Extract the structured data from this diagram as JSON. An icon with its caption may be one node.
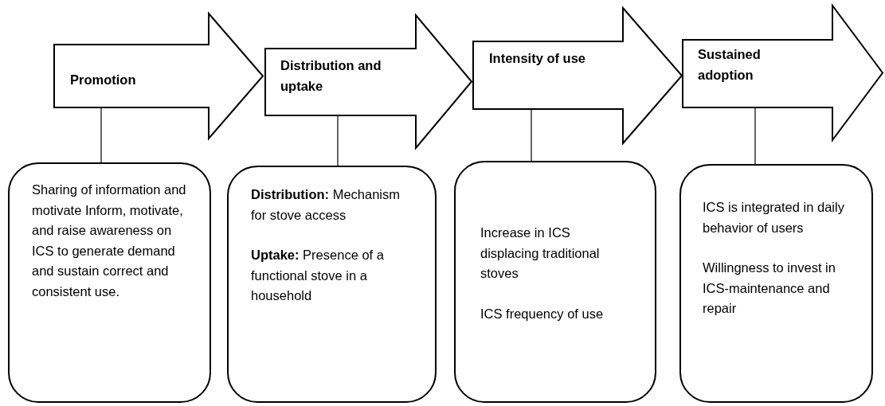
{
  "diagram": {
    "nodes": [
      {
        "text": [
          "Promotion"
        ]
      },
      {
        "text": [
          "Distribution and uptake"
        ]
      },
      {
        "text": [
          "Intensity of use"
        ]
      },
      {
        "text": [
          "Sustained adoption"
        ]
      },
      {
        "text": [
          "Sharing of information and motivate Inform, motivate, and raise awareness on ICS to generate demand and sustain correct and consistent use."
        ]
      },
      {
        "text": [
          "**Distribution:** Mechanism for stove access",
          "**Uptake:** Presence of a functional stove in a household"
        ]
      },
      {
        "text": [
          "Increase in ICS displacing traditional stoves",
          "ICS frequency of use"
        ]
      },
      {
        "text": [
          "ICS is integrated in daily behavior of users",
          "Willingness to invest in ICS-maintenance and repair"
        ]
      }
    ],
    "edges": [
      {
        "from": 0,
        "to": 4,
        "arrow": "none"
      },
      {
        "from": 1,
        "to": 5,
        "arrow": "none"
      },
      {
        "from": 2,
        "to": 6,
        "arrow": "none"
      },
      {
        "from": 3,
        "to": 7,
        "arrow": "none"
      }
    ]
  }
}
